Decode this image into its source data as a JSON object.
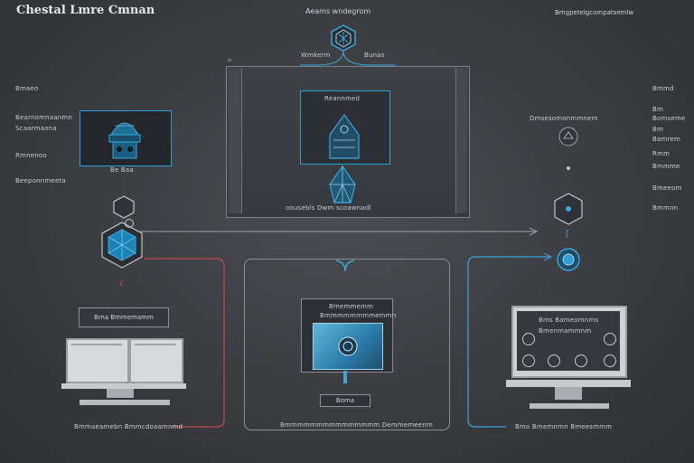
{
  "title": "Chestal Lmre Cmnan",
  "header": {
    "center": "Aeams wndegrom",
    "right": "Bmgpetelgcompatsemlw"
  },
  "top_window": {
    "tab_left": "Wmkerm",
    "tab_right": "Bunas",
    "card_title": "Reannmed",
    "caption": "oousebls Dwm scoawnadl"
  },
  "left_panel": {
    "heading": "Bmaeo",
    "lines": [
      "Bearnomnaanmn",
      "Scaarmaona",
      "Rmnenoo",
      "Beeponnmeeta"
    ],
    "card_label": "Be Baa"
  },
  "right_panel": {
    "heading": "Bmmd",
    "items": [
      "Bm",
      "Bomseme",
      "Bm",
      "Bamrem",
      "Rmm",
      "Bmmme",
      "Bmeeom",
      "Bmmnn"
    ],
    "caption": "Dmsesomonmmnem"
  },
  "bottom_left": {
    "label_box": "Bma Bmmemamm",
    "caption": "Bmmaeamebn Bmmcdoaamnmd"
  },
  "bottom_center": {
    "card_title": "Bmemmemm",
    "card_sub": "Bmmmmmmmmemmn",
    "button": "Boma",
    "caption": "Bmmmmmmmmmmmmmmm Demmemeenm"
  },
  "bottom_right": {
    "screen_line1": "Bms Bameomnms",
    "screen_line2": "Bmenmammnm",
    "caption": "Bmo Bmemnmn Bmeesmmm"
  },
  "colors": {
    "accent_blue": "#2aa0d8",
    "accent_red": "#c8454f",
    "line_gray": "#7d8186"
  }
}
